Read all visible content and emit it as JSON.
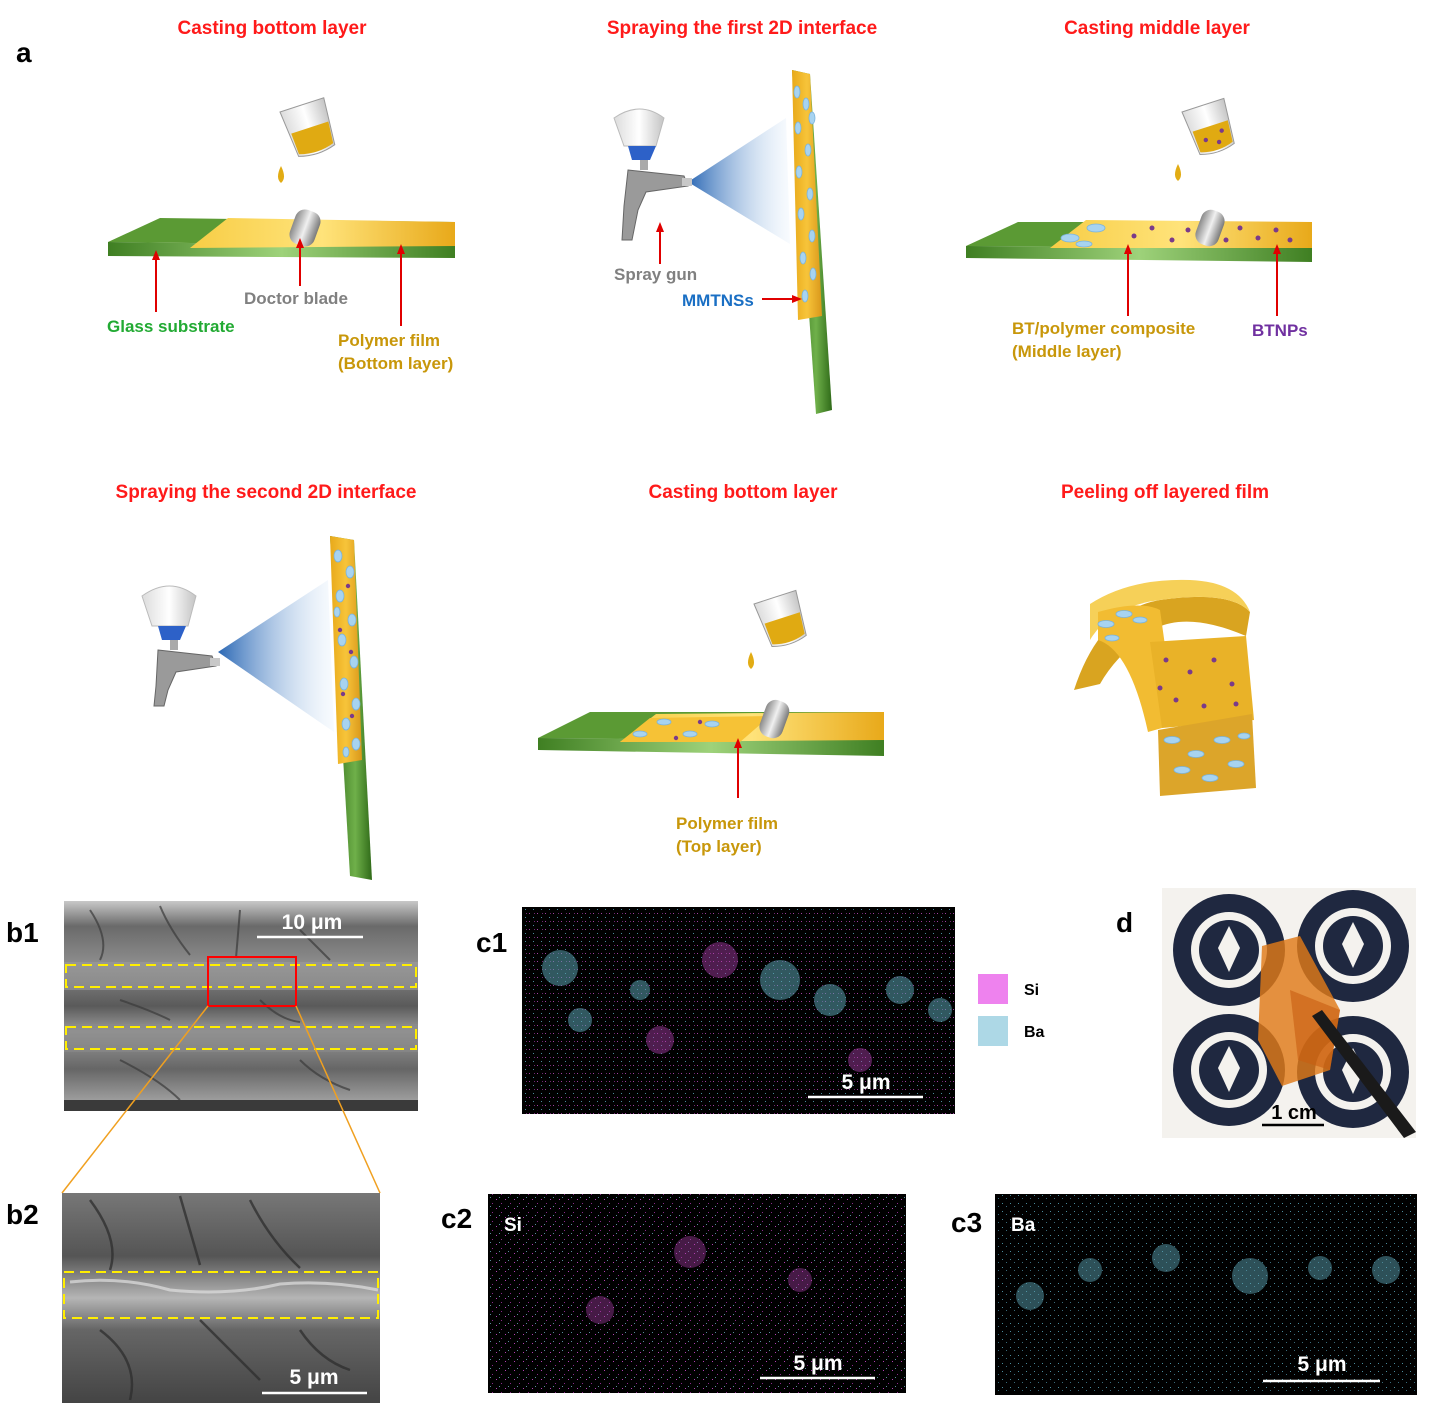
{
  "panel_labels": {
    "a": "a",
    "b1": "b1",
    "b2": "b2",
    "c1": "c1",
    "c2": "c2",
    "c3": "c3",
    "d": "d"
  },
  "steps": [
    {
      "title": "Casting bottom layer"
    },
    {
      "title": "Spraying the first 2D interface"
    },
    {
      "title": "Casting middle layer"
    },
    {
      "title": "Spraying the second 2D interface"
    },
    {
      "title": "Casting bottom layer"
    },
    {
      "title": "Peeling off layered film"
    }
  ],
  "labels": {
    "glass_substrate": "Glass substrate",
    "doctor_blade": "Doctor blade",
    "polymer_film_bottom_1": "Polymer film",
    "polymer_film_bottom_2": "(Bottom layer)",
    "spray_gun": "Spray gun",
    "mmtnss": "MMTNSs",
    "bt_composite_1": "BT/polymer composite",
    "bt_composite_2": "(Middle layer)",
    "btnps": "BTNPs",
    "polymer_film_top_1": "Polymer film",
    "polymer_film_top_2": "(Top layer)"
  },
  "scale_bars": {
    "b1": "10 μm",
    "b2": "5 μm",
    "c1": "5 μm",
    "c2": "5 μm",
    "c3": "5 μm",
    "d": "1 cm"
  },
  "legend": [
    {
      "name": "Si",
      "color": "#ee82ee"
    },
    {
      "name": "Ba",
      "color": "#add8e6"
    }
  ],
  "map_labels": {
    "c2": "Si",
    "c3": "Ba"
  },
  "colors": {
    "title": "#ff1a1a",
    "glass": "#4a8c2a",
    "glass_label": "#22aa33",
    "film": "#f2b824",
    "film_label": "#c8970a",
    "blade_label": "#808080",
    "mmt_label": "#1a6fc4",
    "btnp_label": "#7030a0",
    "arrow": "#e00000",
    "highlight": "#ffee00",
    "zoom": "#f0a020",
    "box": "#ff0000"
  }
}
